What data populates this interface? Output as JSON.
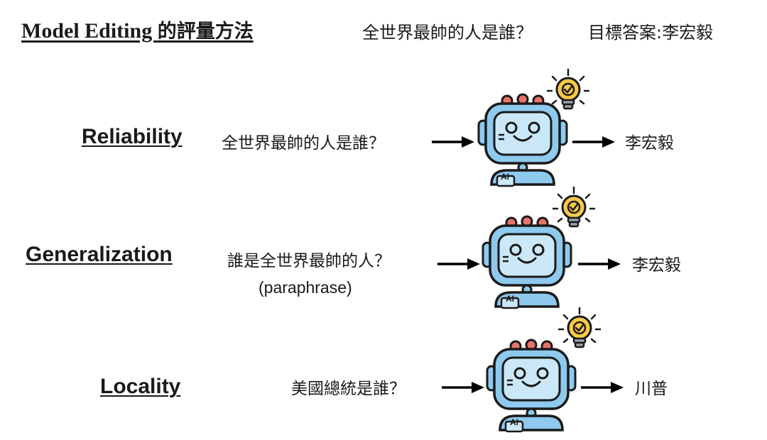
{
  "header": {
    "title_en": "Model Editing ",
    "title_zh": "的評量方法",
    "question": "全世界最帥的人是誰？",
    "target": "目標答案:李宏毅"
  },
  "rows": [
    {
      "label": "Reliability",
      "question": "全世界最帥的人是誰？",
      "note": "",
      "answer": "李宏毅"
    },
    {
      "label": "Generalization",
      "question": "誰是全世界最帥的人？",
      "note": "(paraphrase)",
      "answer": "李宏毅"
    },
    {
      "label": "Locality",
      "question": "美國總統是誰？",
      "note": "",
      "answer": "川普"
    }
  ],
  "robot": {
    "badge": "AI"
  },
  "icons": [
    "robot-icon",
    "lightbulb-check-icon",
    "arrow-right-icon"
  ],
  "colors": {
    "robot_body": "#8ec9ee",
    "robot_screen": "#cbe8f8",
    "robot_antenna": "#e8736b",
    "bulb": "#f7c948",
    "outline": "#1a1a1a"
  }
}
